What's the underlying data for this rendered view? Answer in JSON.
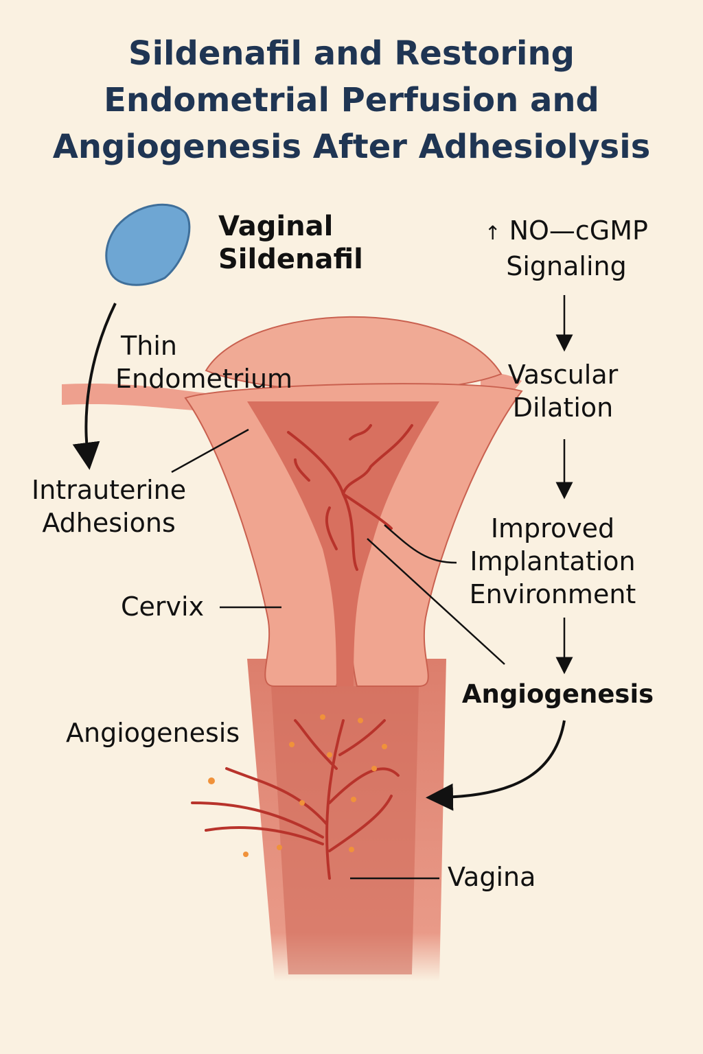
{
  "title": {
    "line1": "Sildenafil and Restoring",
    "line2": "Endometrial Perfusion and",
    "line3": "Angiogenesis After Adhesiolysis"
  },
  "labels": {
    "drug_line1": "Vaginal",
    "drug_line2": "Sildenafil",
    "thin_line1": "Thin",
    "thin_line2": "Endometrium",
    "adhesions_line1": "Intrauterine",
    "adhesions_line2": "Adhesions",
    "cervix": "Cervix",
    "angiogenesis_left": "Angiogenesis",
    "vagina": "Vagina"
  },
  "pathway": {
    "step1_arrow": "↑",
    "step1_line1": "NO—cGMP",
    "step1_line2": "Signaling",
    "step2_line1": "Vascular",
    "step2_line2": "Dilation",
    "step3_line1": "Improved",
    "step3_line2": "Implantation",
    "step3_line3": "Environment",
    "step4": "Angiogenesis"
  },
  "colors": {
    "title": "#1f3553",
    "background": "#faf1e1",
    "tissue": "#eea08e",
    "tissue_dark": "#d8705f",
    "vessel": "#b8332b",
    "pill": "#6ea6d3"
  }
}
